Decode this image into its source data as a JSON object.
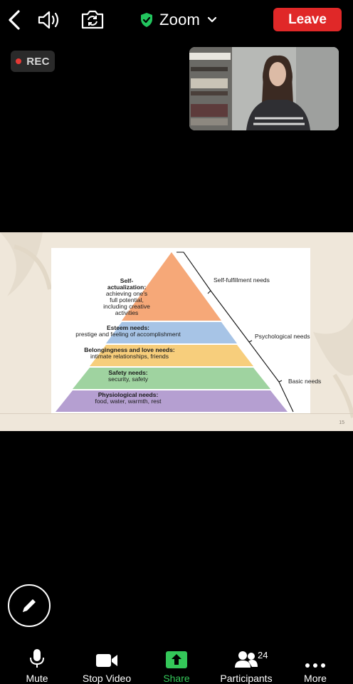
{
  "header": {
    "title": "Zoom",
    "leave_label": "Leave"
  },
  "recording": {
    "label": "REC"
  },
  "slide": {
    "page_number": "15",
    "levels": [
      {
        "name": "Self-actualization:",
        "desc": "achieving one's full potential, including creative activities",
        "color": "#f6a878"
      },
      {
        "name": "Esteem needs:",
        "desc": "prestige and feeling of accomplishment",
        "color": "#a7c4e6"
      },
      {
        "name": "Belongingness and love needs:",
        "desc": "intimate relationships, friends",
        "color": "#f7ce7c"
      },
      {
        "name": "Safety needs:",
        "desc": "security, safety",
        "color": "#9fd3a0"
      },
      {
        "name": "Physiological needs:",
        "desc": "food, water, warmth, rest",
        "color": "#b59fd1"
      }
    ],
    "self_actualization_lines": [
      "Self-",
      "actualization:",
      "achieving one's",
      "full potential,",
      "including creative",
      "activities"
    ],
    "groups": [
      {
        "label": "Self-fulfillment needs"
      },
      {
        "label": "Psychological needs"
      },
      {
        "label": "Basic needs"
      }
    ]
  },
  "toolbar": {
    "mute": "Mute",
    "stop_video": "Stop Video",
    "share": "Share",
    "participants": "Participants",
    "participants_count": "24",
    "more": "More"
  },
  "colors": {
    "leave": "#e02828",
    "share": "#34c759",
    "rec_dot": "#e53935",
    "shield": "#22c55e"
  }
}
